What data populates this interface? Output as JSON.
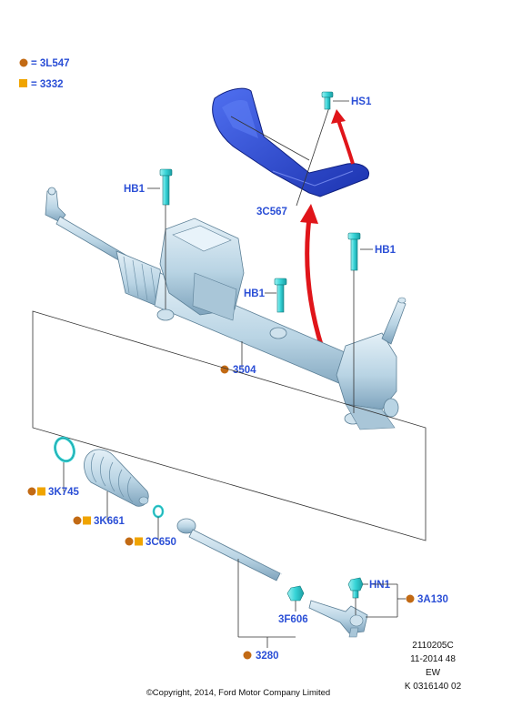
{
  "legend": {
    "circle_label": "= 3L547",
    "square_label": "= 3332"
  },
  "colors": {
    "label_blue": "#2b4fd6",
    "marker_circle": "#c26a14",
    "marker_square": "#f0a400",
    "part_steel": "#c4dcea",
    "heat_shield": "#2f4fd8",
    "bolt_cyan": "#35d3d6",
    "arrow_red": "#e0151a"
  },
  "labels": {
    "hs1": "HS1",
    "hb1_top": "HB1",
    "hb1_right": "HB1",
    "hb1_mid": "HB1",
    "shield": "3C567",
    "rack": "3504",
    "ring": "3K745",
    "boot": "3K661",
    "clip": "3C650",
    "tie_rod": "3280",
    "nut": "3F606",
    "hn1": "HN1",
    "tie_rod_end": "3A130"
  },
  "ref_block": {
    "line1": "2110205C",
    "line2": "11-2014 48",
    "line3": "EW",
    "line4": "K 0316140 02"
  },
  "copyright": "©Copyright, 2014, Ford Motor Company Limited"
}
